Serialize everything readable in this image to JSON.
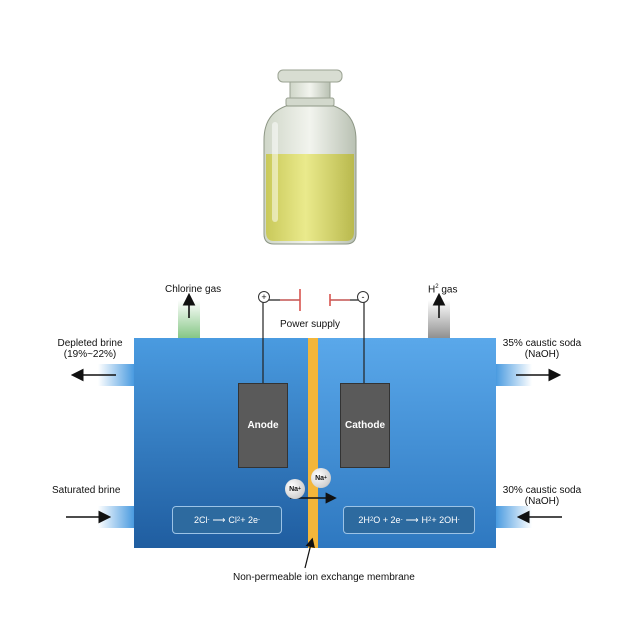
{
  "labels": {
    "chlorine_gas": "Chlorine gas",
    "h2_gas_main": "H",
    "h2_gas_sup": "2",
    "h2_gas_tail": " gas",
    "power_supply": "Power supply",
    "plus": "+",
    "minus": "-",
    "depleted_brine_line1": "Depleted brine",
    "depleted_brine_line2": "(19%~22%)",
    "caustic_35_line1": "35% caustic soda",
    "caustic_35_line2": "(NaOH)",
    "saturated_brine": "Saturated brine",
    "caustic_30_line1": "30% caustic soda",
    "caustic_30_line2": "(NaOH)",
    "anode": "Anode",
    "cathode": "Cathode",
    "membrane": "Non-permeable ion exchange membrane"
  },
  "ions": {
    "na": "Na",
    "na_charge": "+"
  },
  "equations": {
    "anode": {
      "a1": "2Cl",
      "a1_sup": "-",
      "a2": "Cl",
      "a2_sub": "2",
      "a3": " + 2e",
      "a3_sup": "-"
    },
    "cathode": {
      "c1": "2H",
      "c1_sub": "2",
      "c2": "O + 2e",
      "c2_sup": "-",
      "c3": "H",
      "c3_sup": "2",
      "c4": " + 2OH",
      "c4_sup": "-"
    }
  },
  "colors": {
    "tank_left": "#2a6fb4",
    "tank_right": "#3f8fd6",
    "membrane": "#f3b63a",
    "wire": "#222222",
    "battery": "#d9534f",
    "liquid": "#e2e27a"
  }
}
